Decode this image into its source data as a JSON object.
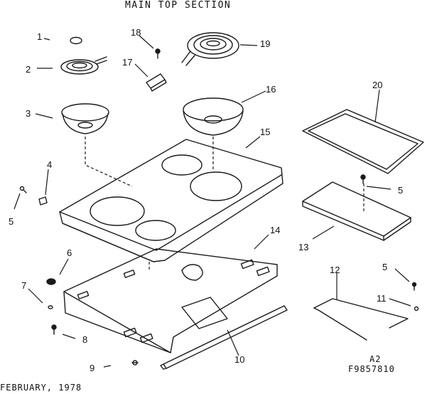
{
  "title": "MAIN TOP SECTION",
  "footer": {
    "date": "FEBRUARY, 1978",
    "revision": "A2",
    "code": "F9857810"
  },
  "callouts": [
    {
      "id": "c1",
      "label": "1"
    },
    {
      "id": "c2",
      "label": "2"
    },
    {
      "id": "c3",
      "label": "3"
    },
    {
      "id": "c4",
      "label": "4"
    },
    {
      "id": "c5a",
      "label": "5"
    },
    {
      "id": "c5b",
      "label": "5"
    },
    {
      "id": "c5c",
      "label": "5"
    },
    {
      "id": "c6",
      "label": "6"
    },
    {
      "id": "c7",
      "label": "7"
    },
    {
      "id": "c8",
      "label": "8"
    },
    {
      "id": "c9",
      "label": "9"
    },
    {
      "id": "c10",
      "label": "10"
    },
    {
      "id": "c11",
      "label": "11"
    },
    {
      "id": "c12",
      "label": "12"
    },
    {
      "id": "c13",
      "label": "13"
    },
    {
      "id": "c14",
      "label": "14"
    },
    {
      "id": "c15",
      "label": "15"
    },
    {
      "id": "c16",
      "label": "16"
    },
    {
      "id": "c17",
      "label": "17"
    },
    {
      "id": "c18",
      "label": "18"
    },
    {
      "id": "c19",
      "label": "19"
    },
    {
      "id": "c20",
      "label": "20"
    }
  ]
}
